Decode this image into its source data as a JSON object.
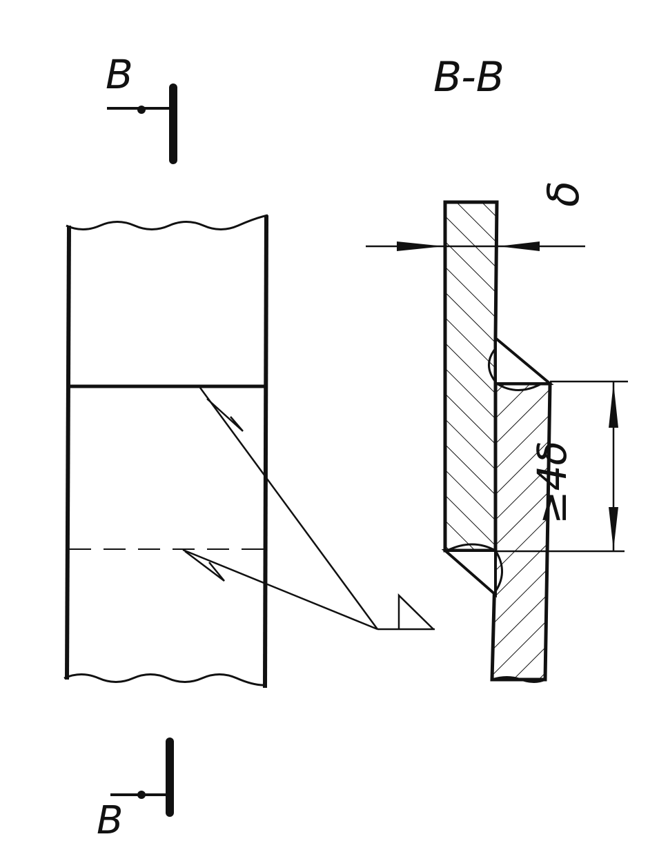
{
  "section_marks": {
    "top": "B",
    "bottom": "B"
  },
  "section_title": "B-B",
  "dimensions": {
    "thickness": "δ",
    "overlap": "≥4δ"
  },
  "colors": {
    "ink": "#111111",
    "paper": "#ffffff"
  }
}
